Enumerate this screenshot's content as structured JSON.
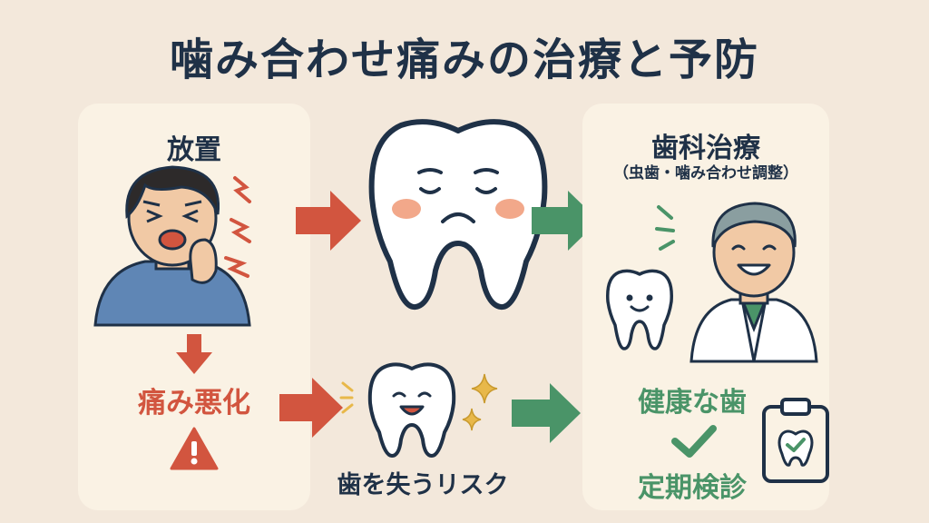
{
  "title": "噛み合わせ痛みの治療と予防",
  "left": {
    "heading": "放置",
    "worse": "痛み悪化"
  },
  "right": {
    "heading": "歯科治療",
    "subheading": "（虫歯・噛み合わせ調整）",
    "healthy": "健康な歯",
    "checkup": "定期検診"
  },
  "bottom_center": "歯を失うリスク",
  "colors": {
    "navy": "#1f3147",
    "red": "#d2553f",
    "green": "#4a9468",
    "cheek": "#f2a88a",
    "background": "#f3e8db",
    "panel": "#faf2e4"
  },
  "icons": [
    "pain-person-icon",
    "sad-tooth-icon",
    "smiling-tooth-icon",
    "dentist-icon",
    "small-tooth-icon",
    "warning-icon",
    "checkmark-icon",
    "clipboard-icon",
    "sparkle-icon",
    "lightning-icon"
  ]
}
